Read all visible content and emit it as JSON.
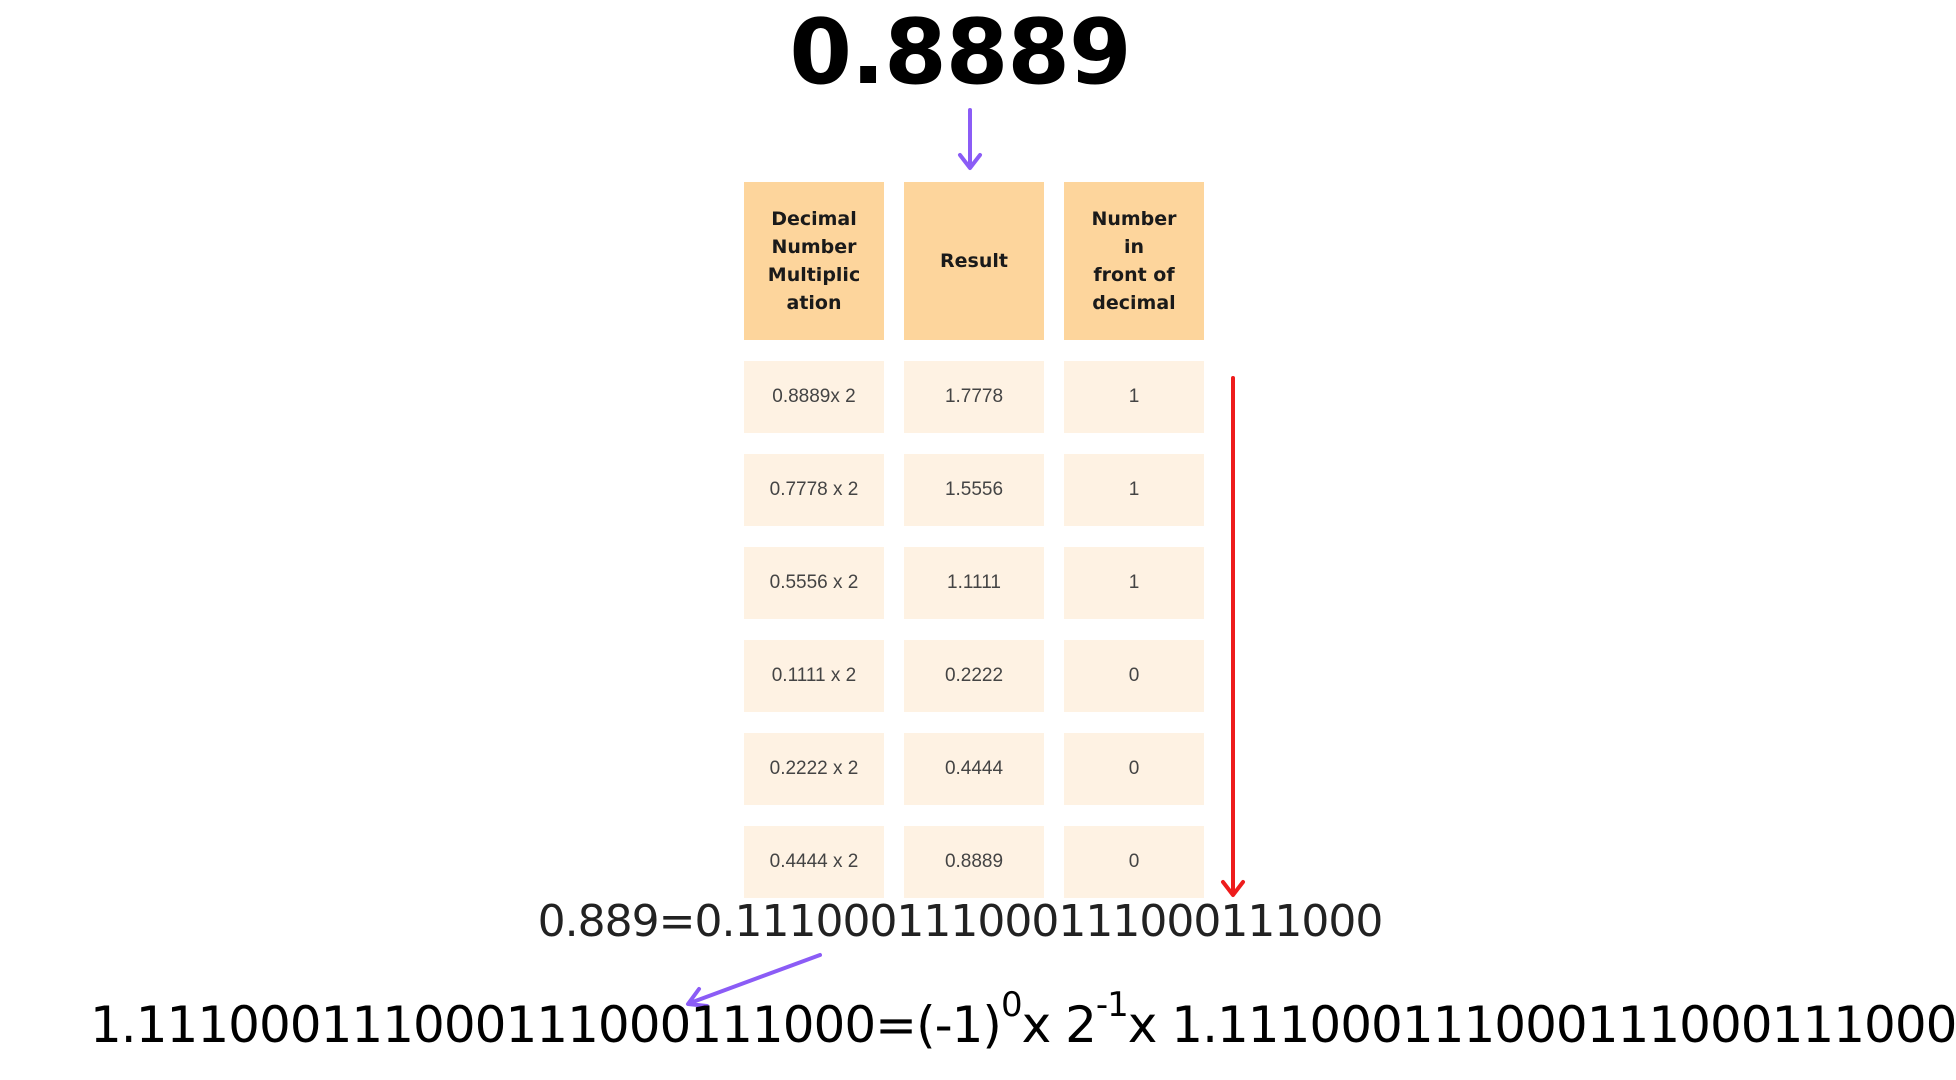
{
  "title": "0.8889",
  "table": {
    "headers": [
      "Decimal\nNumber\nMultiplic\nation",
      "Result",
      "Number\nin\nfront of\ndecimal"
    ],
    "rows": [
      [
        "0.8889x 2",
        "1.7778",
        "1"
      ],
      [
        "0.7778 x 2",
        "1.5556",
        "1"
      ],
      [
        "0.5556 x 2",
        "1.1111",
        "1"
      ],
      [
        "0.1111 x 2",
        "0.2222",
        "0"
      ],
      [
        "0.2222 x 2",
        "0.4444",
        "0"
      ],
      [
        "0.4444 x 2",
        "0.8889",
        "0"
      ]
    ]
  },
  "equation1": "0.889=0.111000111000111000111000",
  "equation2": {
    "lhs": "1.111000111000111000111000=(-1)",
    "sign_exponent": "0",
    "times_two": "x 2",
    "exponent": "-1",
    "rhs": "x 1.111000111000111000111000"
  },
  "colors": {
    "header_bg": "#fdd59c",
    "cell_bg": "#fef2e3",
    "purple_arrow": "#8b5cf6",
    "red_arrow": "#ee1c1c"
  },
  "icons": [
    "arrow-down-icon",
    "arrow-down-icon",
    "arrow-down-left-icon"
  ]
}
